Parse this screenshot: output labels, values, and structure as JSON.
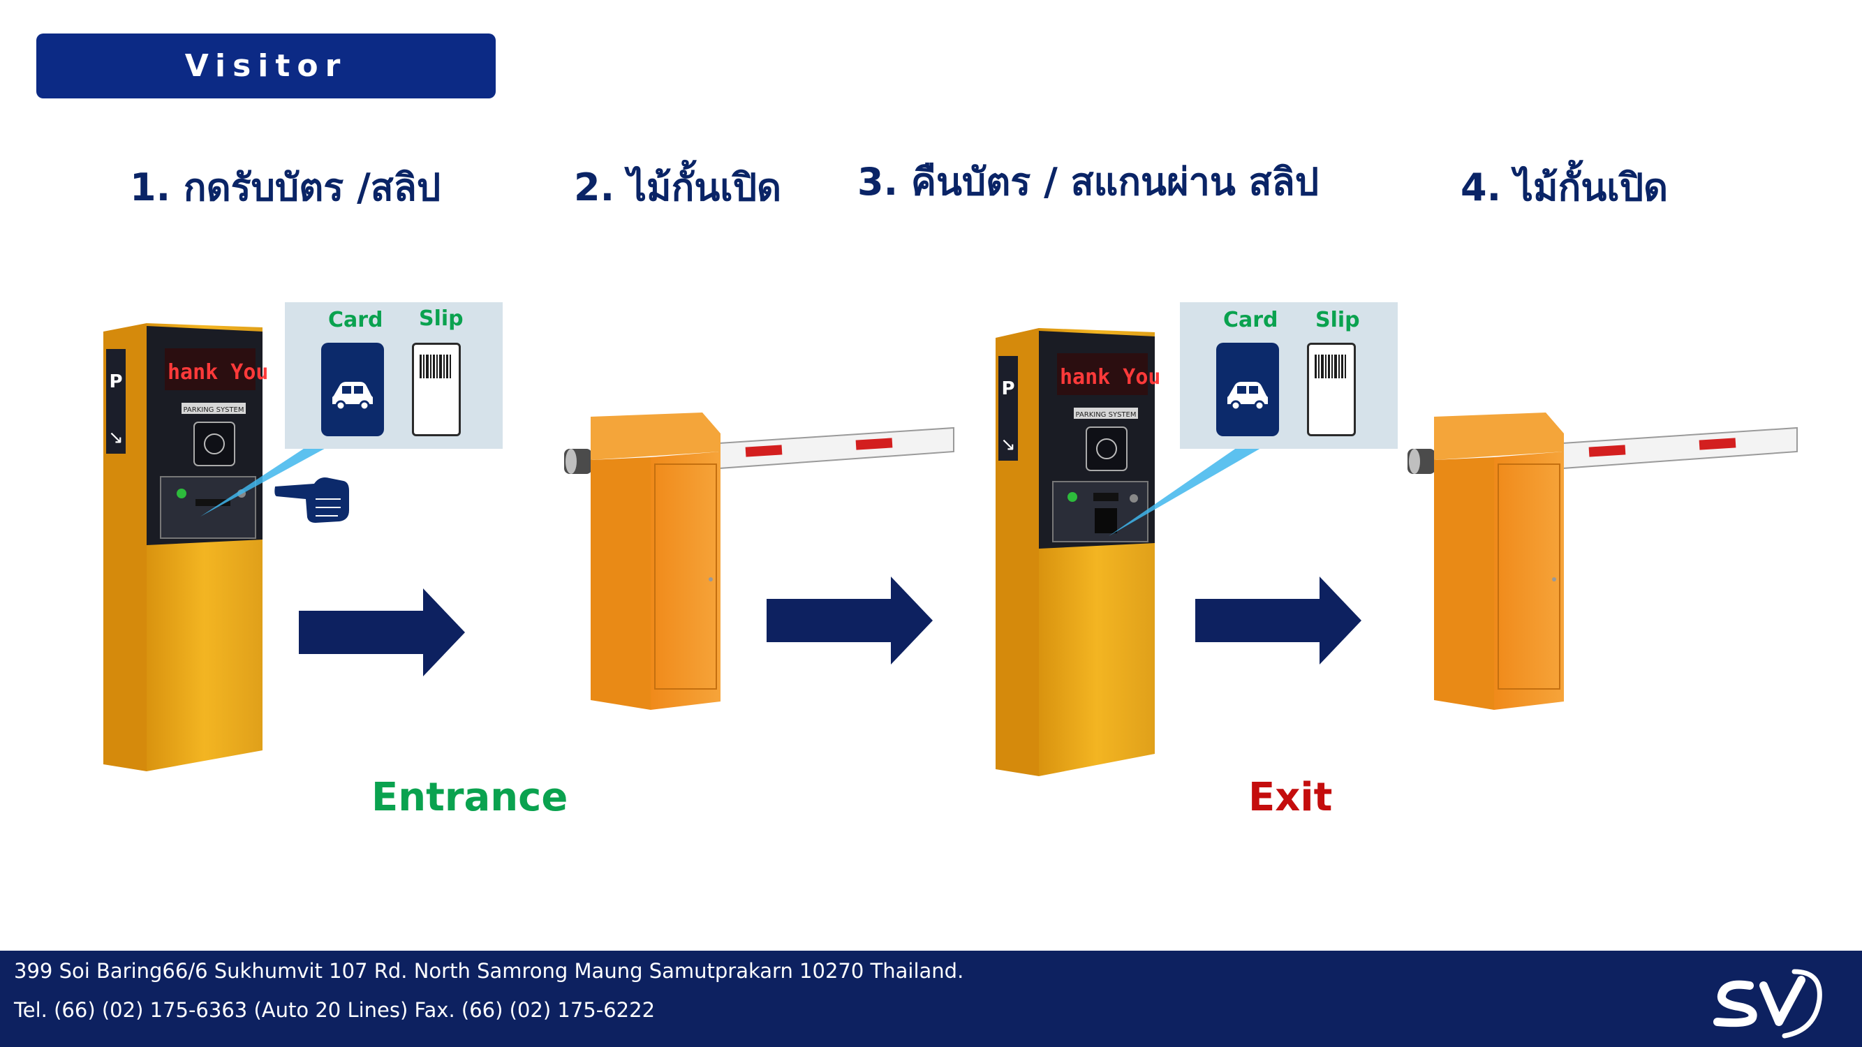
{
  "header": {
    "title": "Visitor"
  },
  "steps": [
    {
      "label": "1. กดรับบัตร /สลิป"
    },
    {
      "label": "2. ไม้กั้นเปิด"
    },
    {
      "label": "3. คืนบัตร / สแกนผ่าน สลิป"
    },
    {
      "label": "4. ไม้กั้นเปิด"
    }
  ],
  "panels": [
    {
      "card_label": "Card",
      "slip_label": "Slip"
    },
    {
      "card_label": "Card",
      "slip_label": "Slip"
    }
  ],
  "kiosk": {
    "display_text": "hank You",
    "system_label": "PARKING SYSTEM"
  },
  "zones": {
    "entrance": "Entrance",
    "exit": "Exit"
  },
  "footer": {
    "address": "399 Soi Baring66/6 Sukhumvit 107 Rd. North Samrong Maung Samutprakarn 10270 Thailand.",
    "phone": "Tel. (66) (02) 175-6363 (Auto 20 Lines) Fax. (66) (02) 175-6222"
  },
  "colors": {
    "navy": "#0c2a85",
    "dark_navy": "#0a2466",
    "footer_bg": "#0d2160",
    "green": "#0aa24f",
    "red": "#c40d0d",
    "orange": "#f0a020"
  }
}
